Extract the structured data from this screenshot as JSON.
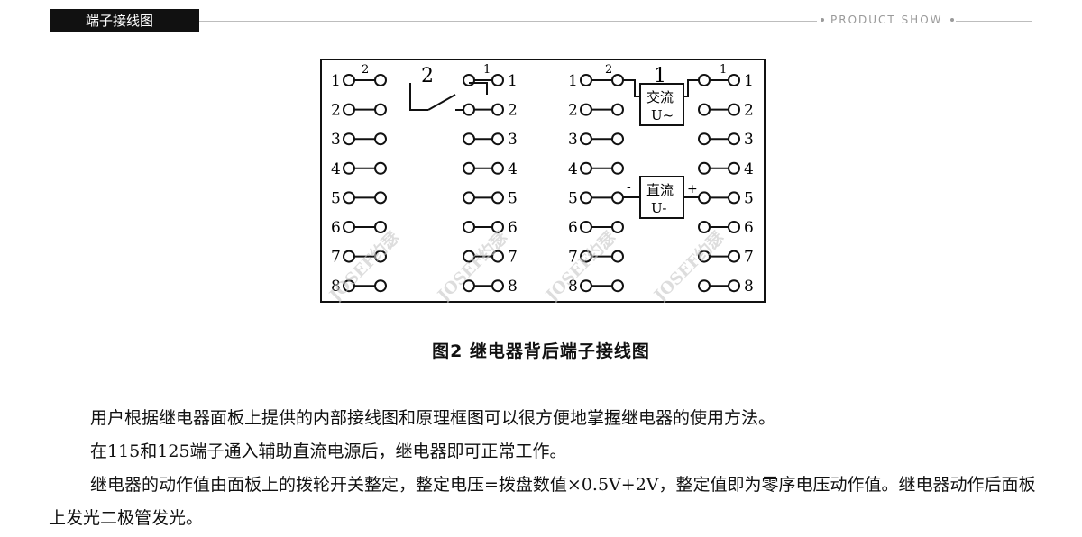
{
  "header": {
    "section_title": "端子接线图",
    "right_label": "PRODUCT SHOW"
  },
  "diagram": {
    "terminal_numbers": [
      "1",
      "2",
      "3",
      "4",
      "5",
      "6",
      "7",
      "8"
    ],
    "contact_2_label": "2",
    "contact_1_label": "1",
    "small_2": "2",
    "small_1": "1",
    "ac_box": {
      "line1": "交流",
      "line2": "U~"
    },
    "dc_box": {
      "line1": "直流",
      "line2": "U-"
    },
    "dc_minus": "-",
    "dc_plus": "+",
    "watermark": "JOSEF约瑟"
  },
  "caption": "图2  继电器背后端子接线图",
  "paragraphs": [
    "用户根据继电器面板上提供的内部接线图和原理框图可以很方便地掌握继电器的使用方法。",
    "在115和125端子通入辅助直流电源后，继电器即可正常工作。",
    "继电器的动作值由面板上的拨轮开关整定，整定电压=拨盘数值×0.5V+2V，整定值即为零序电压动作值。继电器动作后面板上发光二极管发光。"
  ]
}
